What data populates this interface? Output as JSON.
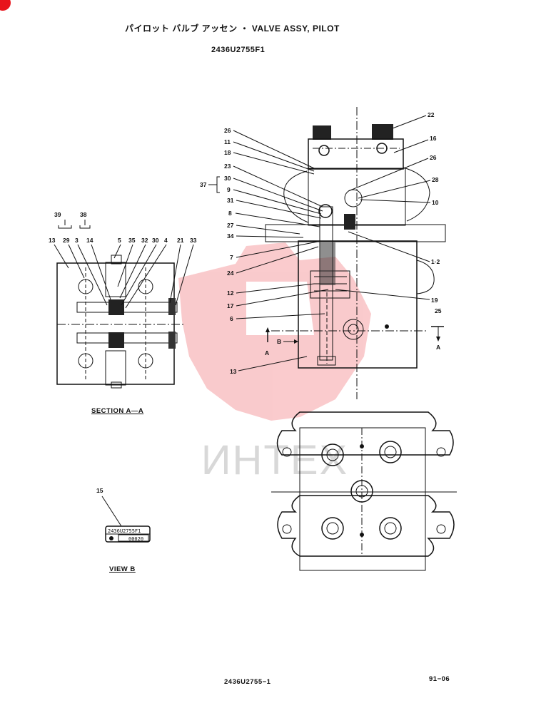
{
  "title": "パイロット バルブ アッセン ・ VALVE ASSY, PILOT",
  "part_number": "2436U2755F1",
  "section_caption": "SECTION A—A",
  "view_caption": "VIEW B",
  "footer_left": "2436U2755−1",
  "footer_right": "91−06",
  "watermark_text": "ИНТЕХ",
  "nameplate": {
    "line1": "2436U2755F1",
    "line2": "00020"
  },
  "section_markers": {
    "a": "A",
    "b": "B"
  },
  "right_callouts": {
    "c22": "22",
    "c16": "16",
    "c26b": "26",
    "c28": "28",
    "c10": "10",
    "c1_2": "1·2",
    "c19": "19",
    "c25": "25"
  },
  "left_callouts": {
    "c26": "26",
    "c11": "11",
    "c18": "18",
    "c23": "23",
    "c30": "30",
    "c37": "37",
    "c9": "9",
    "c31": "31",
    "c8": "8",
    "c27": "27",
    "c34": "34",
    "c7": "7",
    "c24": "24",
    "c12": "12",
    "c17": "17",
    "c6": "6",
    "c13": "13"
  },
  "section_callouts": {
    "c39": "39",
    "c38": "38",
    "c13": "13",
    "c29": "29",
    "c3": "3",
    "c14": "14",
    "c5": "5",
    "c35": "35",
    "c32": "32",
    "c30": "30",
    "c4": "4",
    "c21": "21",
    "c33": "33"
  },
  "view_callouts": {
    "c15": "15"
  },
  "colors": {
    "line": "#111111",
    "watermark": "#e8141c",
    "corner_badge": "#e8141c"
  }
}
